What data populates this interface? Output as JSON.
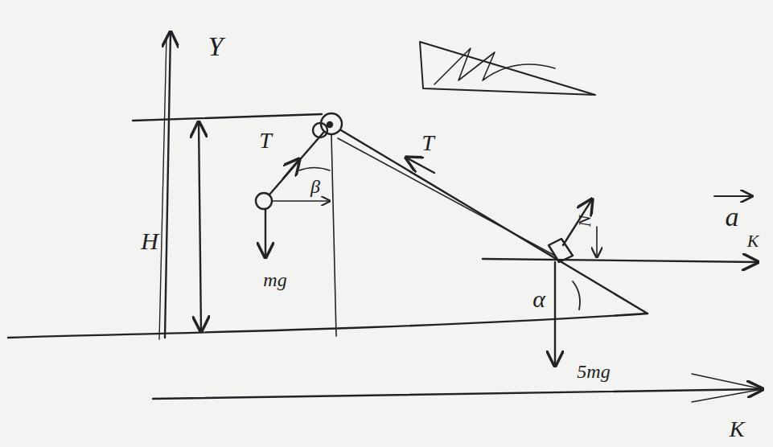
{
  "diagram": {
    "labels": [
      "Y",
      "H",
      "T",
      "T",
      "β",
      "mg",
      "N",
      "a",
      "K",
      "α",
      "5mg",
      "K"
    ]
  }
}
